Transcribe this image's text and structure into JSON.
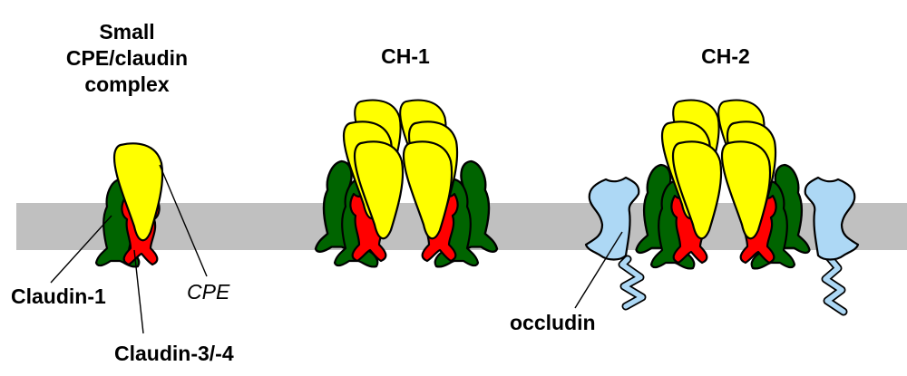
{
  "titles": {
    "small_line1": "Small",
    "small_line2": "CPE/claudin",
    "small_line3": "complex",
    "ch1": "CH-1",
    "ch2": "CH-2"
  },
  "labels": {
    "claudin1": "Claudin-1",
    "cpe": "CPE",
    "claudin34": "Claudin-3/-4",
    "occludin": "occludin"
  },
  "colors": {
    "membrane": "#c0c0c0",
    "cpe": "#ffff00",
    "claudin1": "#006400",
    "claudin34": "#ff0000",
    "occludin": "#add8f5"
  }
}
